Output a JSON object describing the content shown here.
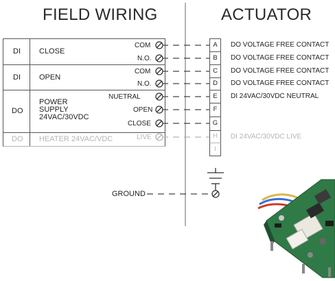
{
  "headers": {
    "left": "FIELD WIRING",
    "right": "ACTUATOR"
  },
  "field_rows": [
    {
      "type": "DI",
      "label": "CLOSE",
      "terminals": [
        "COM",
        "N.O."
      ]
    },
    {
      "type": "DI",
      "label": "OPEN",
      "terminals": [
        "COM",
        "N.O."
      ]
    },
    {
      "type": "DO",
      "label": "POWER\nSUPPLY\n24VAC/30VDC",
      "terminals": [
        "NUETRAL",
        "OPEN",
        "CLOSE"
      ]
    },
    {
      "type": "DO",
      "label": "HEATER 24VAC/VDC",
      "terminals": [
        "LIVE"
      ],
      "faded": true
    }
  ],
  "actuator_terminals": [
    {
      "letter": "A",
      "desc": "DO  VOLTAGE FREE CONTACT"
    },
    {
      "letter": "B",
      "desc": "DO  VOLTAGE FREE CONTACT"
    },
    {
      "letter": "C",
      "desc": "DO  VOLTAGE FREE CONTACT"
    },
    {
      "letter": "D",
      "desc": "DO  VOLTAGE FREE CONTACT"
    },
    {
      "letter": "E",
      "desc": "DI  24VAC/30VDC NEUTRAL"
    },
    {
      "letter": "F",
      "desc": ""
    },
    {
      "letter": "G",
      "desc": ""
    },
    {
      "letter": "H",
      "desc": "DI  24VAC/30VDC LIVE",
      "faded": true
    },
    {
      "letter": "I",
      "desc": "",
      "faded": true
    }
  ],
  "ground_label": "GROUND",
  "colors": {
    "line": "#444444",
    "faded": "#b4b4b4",
    "pcb": "#2f7a46"
  }
}
